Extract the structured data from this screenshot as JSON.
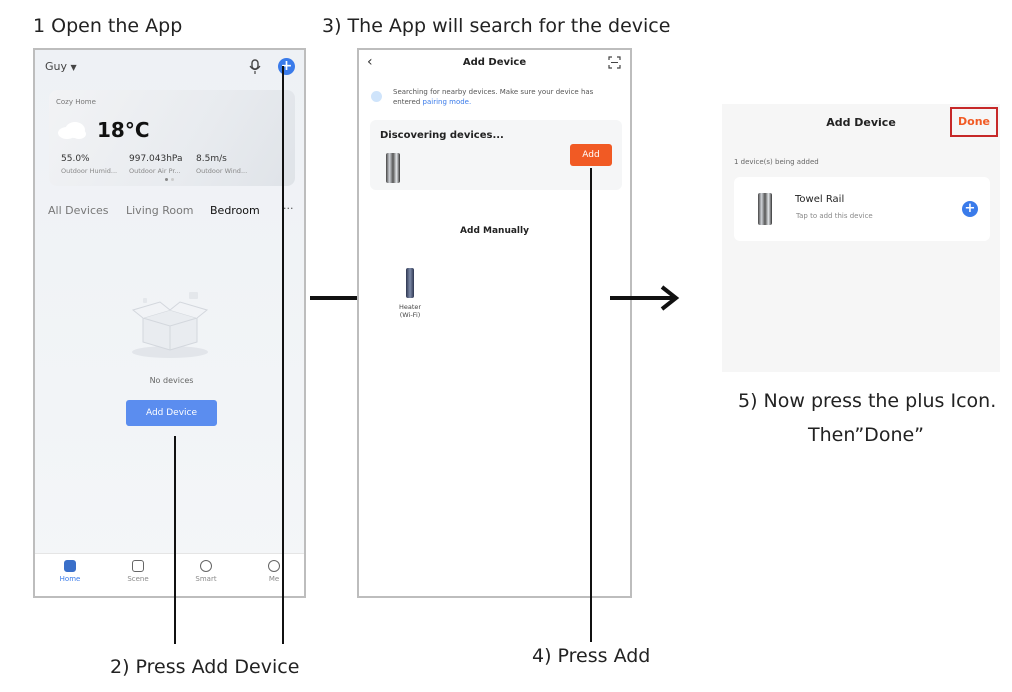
{
  "captions": {
    "step1": "1 Open the App",
    "step2": "2) Press Add Device",
    "step3": "3) The App will search for the device",
    "step4": "4) Press Add",
    "step5a": "5) Now press the plus Icon.",
    "step5b": "Then”Done”"
  },
  "phone1": {
    "home_name": "Guy",
    "weather": {
      "location": "Cozy Home",
      "temperature": "18°C",
      "humidity_value": "55.0%",
      "humidity_label": "Outdoor Humid...",
      "pressure_value": "997.043hPa",
      "pressure_label": "Outdoor Air Pr...",
      "wind_value": "8.5m/s",
      "wind_label": "Outdoor Wind..."
    },
    "room_tabs": [
      "All Devices",
      "Living Room",
      "Bedroom"
    ],
    "more": "···",
    "empty_text": "No devices",
    "add_device_button": "Add Device",
    "tabbar": [
      "Home",
      "Scene",
      "Smart",
      "Me"
    ]
  },
  "phone2": {
    "title": "Add Device",
    "search_text": "Searching for nearby devices. Make sure your device has entered",
    "pairing_link": "pairing mode.",
    "discovering": "Discovering devices...",
    "add_button": "Add",
    "add_manually": "Add Manually",
    "heater_label1": "Heater",
    "heater_label2": "(Wi-Fi)"
  },
  "phone3": {
    "title": "Add Device",
    "done": "Done",
    "being_added": "1 device(s) being added",
    "device_name": "Towel Rail",
    "device_hint": "Tap to add this device"
  },
  "colors": {
    "accent_blue": "#3a7bea",
    "button_blue": "#5b8def",
    "orange": "#f15a24",
    "done_border": "#c62828"
  }
}
